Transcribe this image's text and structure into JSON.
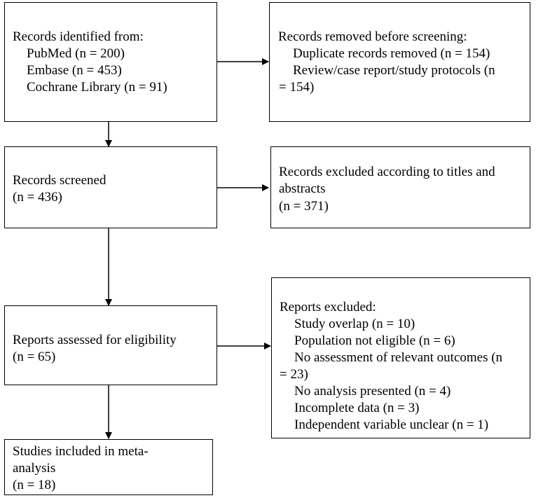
{
  "identification": {
    "title": "Records identified from:",
    "items": [
      "PubMed (n = 200)",
      "Embase (n = 453)",
      "Cochrane Library (n = 91)"
    ]
  },
  "removed": {
    "title": "Records removed before screening:",
    "lines": [
      "Duplicate records removed  (n = 154)",
      "Review/case report/study protocols (n",
      "= 154)"
    ]
  },
  "screened": {
    "title": "Records screened",
    "count": "(n = 436)"
  },
  "excluded_titles": {
    "lines": [
      "Records excluded according to titles and",
      "abstracts",
      "(n = 371)"
    ]
  },
  "eligibility": {
    "title": "Reports assessed for eligibility",
    "count": "(n = 65)"
  },
  "reports_excluded": {
    "title": "Reports excluded:",
    "lines": [
      "Study overlap (n = 10)",
      "Population not eligible (n = 6)",
      "No assessment of relevant outcomes (n",
      "= 23)",
      "No analysis presented (n = 4)",
      "Incomplete data (n = 3)",
      "Independent variable unclear (n = 1)"
    ]
  },
  "included": {
    "lines": [
      "Studies included in meta-",
      "analysis",
      "(n = 18)"
    ]
  }
}
